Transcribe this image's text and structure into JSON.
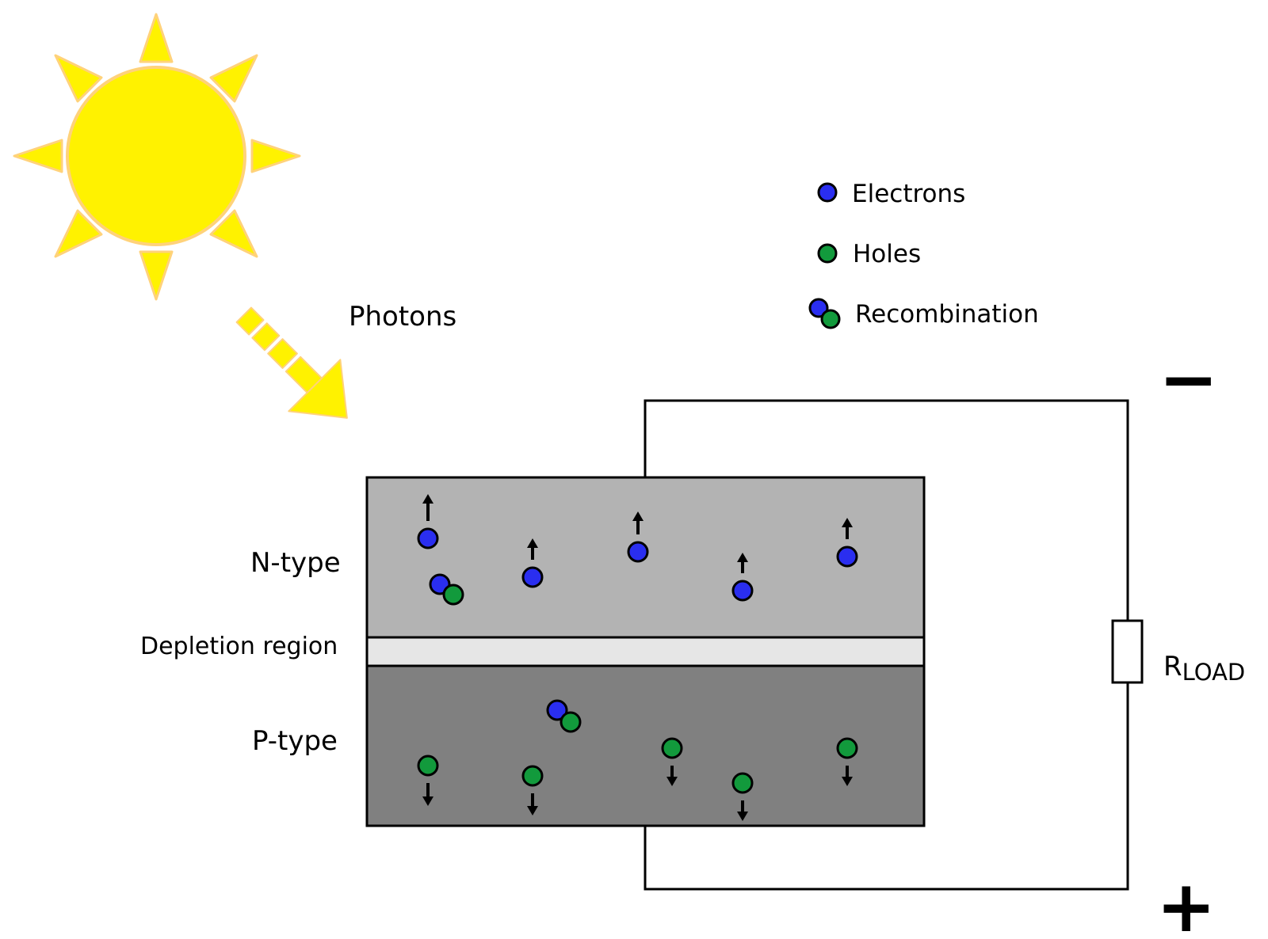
{
  "labels": {
    "photons": "Photons",
    "n_type": "N-type",
    "depletion": "Depletion region",
    "p_type": "P-type",
    "r_load_main": "R",
    "r_load_sub": "LOAD",
    "minus": "−",
    "plus": "+"
  },
  "legend": {
    "electrons": "Electrons",
    "holes": "Holes",
    "recombination": "Recombination"
  },
  "colors": {
    "electron": "#2a2ef0",
    "hole": "#129a3c",
    "sun": "#fff200",
    "sun_outline": "#ffd27a",
    "n_region": "#b3b3b3",
    "depletion_region": "#e6e6e6",
    "p_region": "#808080"
  },
  "icons": {
    "sun": "sun-icon",
    "photon_arrow": "dashed-arrow-icon",
    "resistor": "resistor-icon"
  }
}
